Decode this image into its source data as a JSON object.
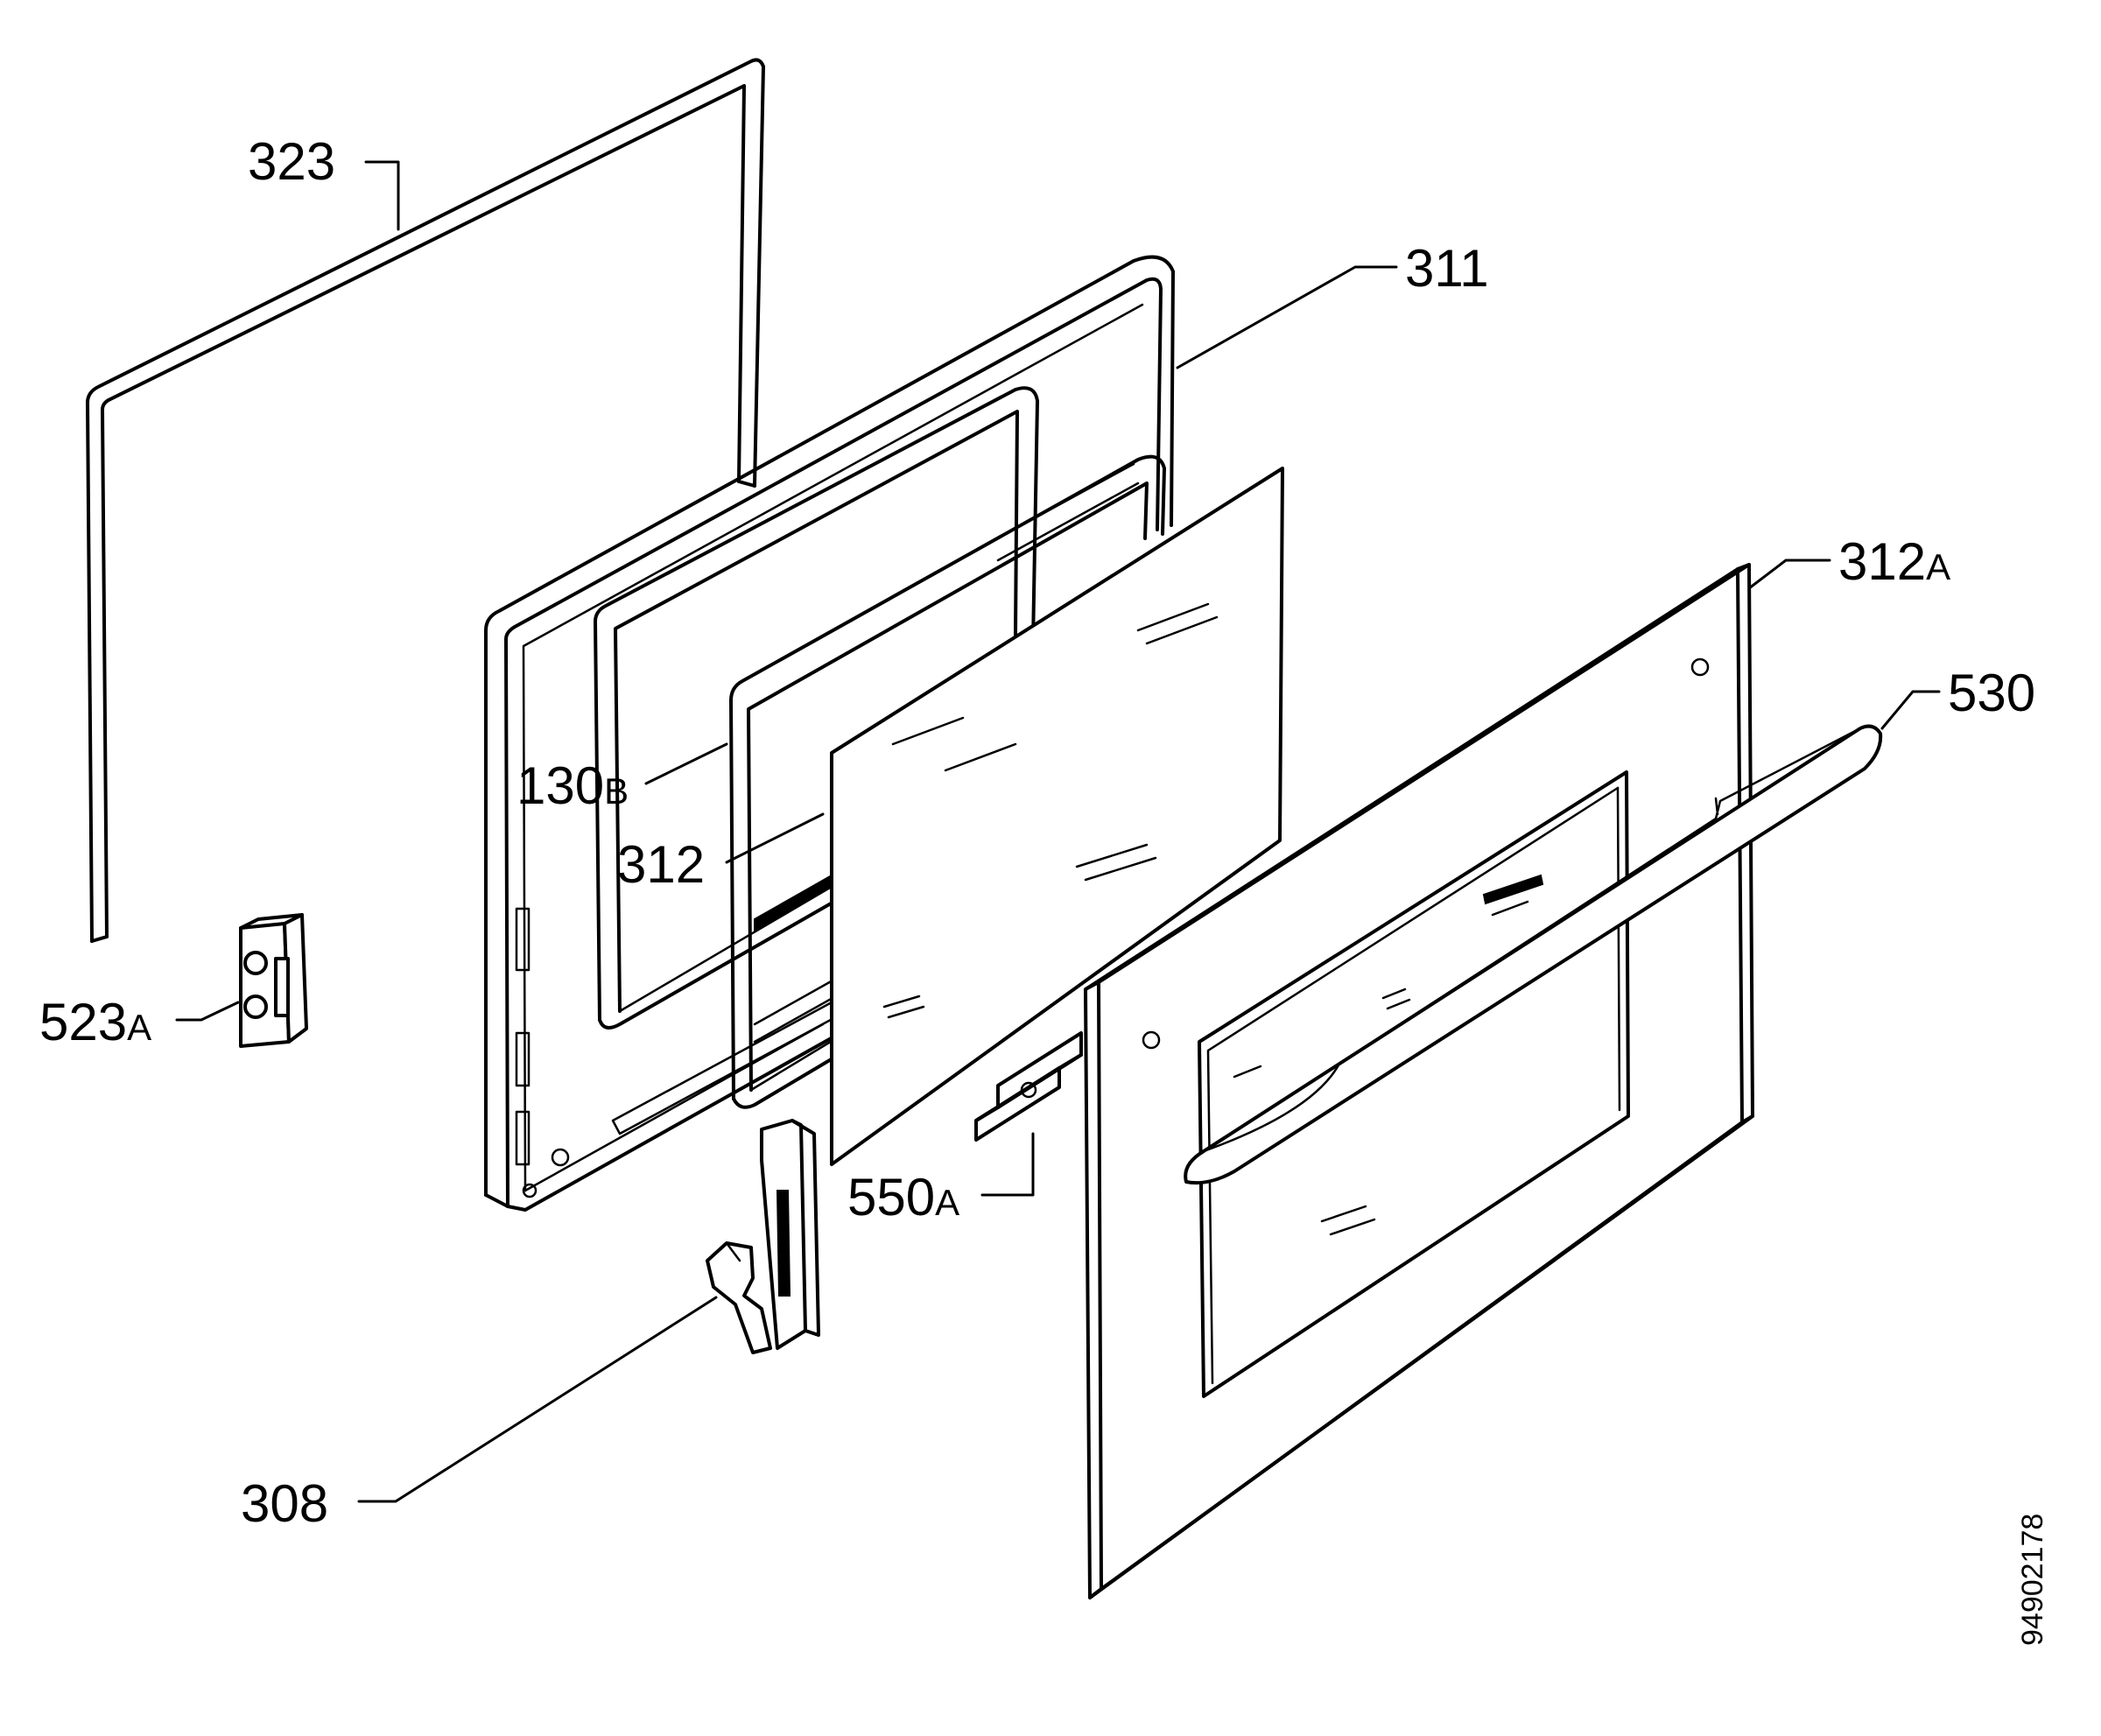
{
  "parts": [
    {
      "id": "323",
      "num": "323",
      "suffix": ""
    },
    {
      "id": "311",
      "num": "311",
      "suffix": ""
    },
    {
      "id": "312A",
      "num": "312",
      "suffix": "A"
    },
    {
      "id": "530",
      "num": "530",
      "suffix": ""
    },
    {
      "id": "130B",
      "num": "130",
      "suffix": "B"
    },
    {
      "id": "312",
      "num": "312",
      "suffix": ""
    },
    {
      "id": "523A",
      "num": "523",
      "suffix": "A"
    },
    {
      "id": "550A",
      "num": "550",
      "suffix": "A"
    },
    {
      "id": "308",
      "num": "308",
      "suffix": ""
    }
  ],
  "document_number": "94902178"
}
